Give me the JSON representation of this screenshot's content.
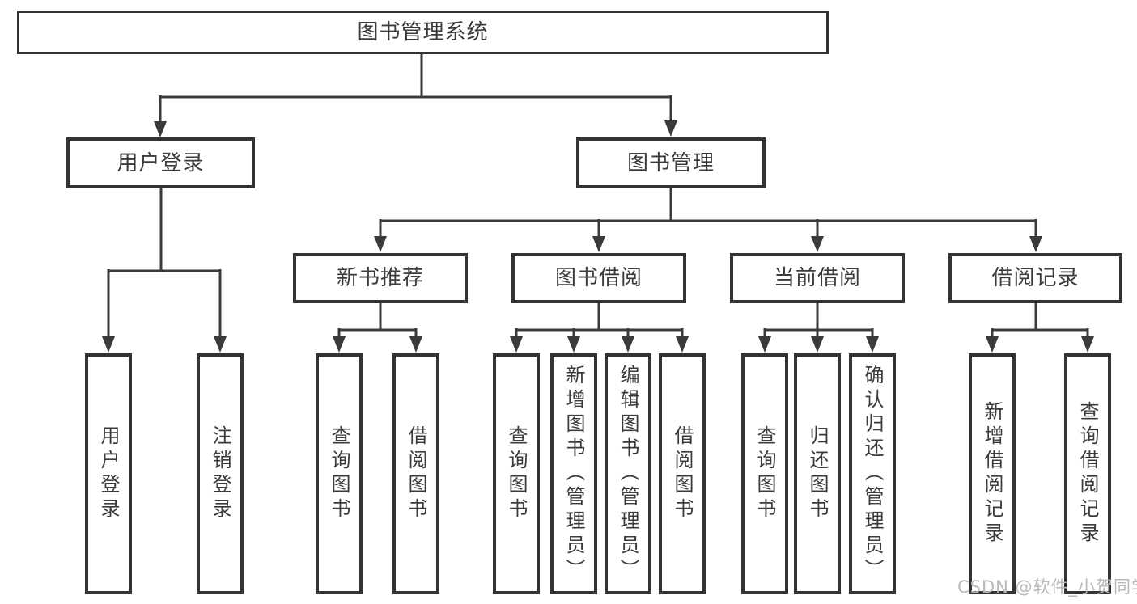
{
  "diagram": {
    "root": {
      "label": "图书管理系统"
    },
    "branches": [
      {
        "label": "用户登录",
        "leaves": [
          "用户登录",
          "注销登录"
        ]
      },
      {
        "label": "图书管理",
        "groups": [
          {
            "label": "新书推荐",
            "leaves": [
              "查询图书",
              "借阅图书"
            ]
          },
          {
            "label": "图书借阅",
            "leaves": [
              "查询图书",
              "新增图书（管理员）",
              "编辑图书（管理员）",
              "借阅图书"
            ]
          },
          {
            "label": "当前借阅",
            "leaves": [
              "查询图书",
              "归还图书",
              "确认归还（管理员）"
            ]
          },
          {
            "label": "借阅记录",
            "leaves": [
              "新增借阅记录",
              "查询借阅记录"
            ]
          }
        ]
      }
    ]
  },
  "watermark": "CSDN @软件_小贺同学",
  "colors": {
    "line": "#3a3a3a",
    "border": "#333333",
    "text": "#3b3b3b",
    "watermark": "#b9b9b9",
    "background": "#ffffff"
  }
}
